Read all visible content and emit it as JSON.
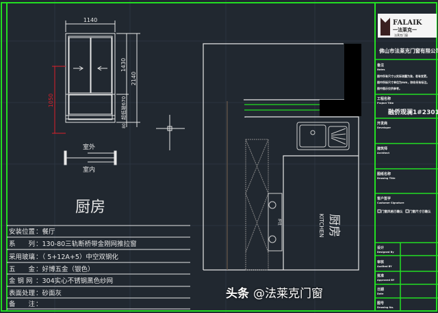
{
  "colors": {
    "background": "#212830",
    "frame": "#22e022",
    "line": "#e8e8e8",
    "dimension_red": "#e0202a"
  },
  "window_elevation": {
    "width_dim": "1140",
    "upper_dim": "1430",
    "total_dim": "2140",
    "lower_dim": "超低玻670",
    "base_dim": "80",
    "sill_dim": "1050",
    "outside_label": "室外",
    "inside_label": "室内"
  },
  "room_title": "厨房",
  "spec_table": [
    {
      "label": "安装位置",
      "value": "餐厅"
    },
    {
      "label": "系　　列",
      "value": "130-80三轨断桥带金刚网推拉窗"
    },
    {
      "label": "采用玻璃",
      "value": "（ 5+12A+5）中空双钢化"
    },
    {
      "label": "五　　金",
      "value": "好博五金（银色）"
    },
    {
      "label": "金 钢 网",
      "value": "304实心不锈钢黑色纱网"
    },
    {
      "label": "表面处理",
      "value": "砂面灰"
    },
    {
      "label": "备　　注",
      "value": ""
    }
  ],
  "plan": {
    "room_cn": "厨房",
    "room_en": "KITCHEN",
    "stove_label": "炉灶"
  },
  "title_block": {
    "logo_text": "FALAIK",
    "logo_cn": "一法莱克一",
    "logo_sub": "法莱克门窗",
    "company": "佛山市法莱克门窗有限公司",
    "notes_cn": "备注",
    "notes_en": "Notes",
    "notes": [
      "图中所有尺寸以实际测量为准，若有变更。",
      "图中所标尺寸单位为mm，除非另有标注。",
      "图中图示仅供参考。"
    ],
    "project_cn": "工程名称",
    "project_en": "Project Title",
    "project_value": "融侨观澜1#2301",
    "developer_cn": "开发商",
    "developer_en": "Developer",
    "architect_cn": "建筑师",
    "architect_en": "Architect",
    "drawing_title_cn": "图纸名称",
    "drawing_title_en": "Drawing Title",
    "customer_cn": "客户签字",
    "customer_en": "Customer Signature",
    "check1": "门窗风格已确认",
    "check2": "门窗尺寸已确认",
    "designed_cn": "设计",
    "designed_en": "Designed By",
    "audited_cn": "审核",
    "audited_en": "Audited BY",
    "approved_cn": "批准",
    "approved_en": "Approved BY",
    "date_cn": "日期",
    "date_en": "Date",
    "drawing_no_cn": "图号",
    "drawing_no_en": "Drawing No."
  },
  "watermark": {
    "platform": "头条",
    "account": "@法莱克门窗"
  }
}
